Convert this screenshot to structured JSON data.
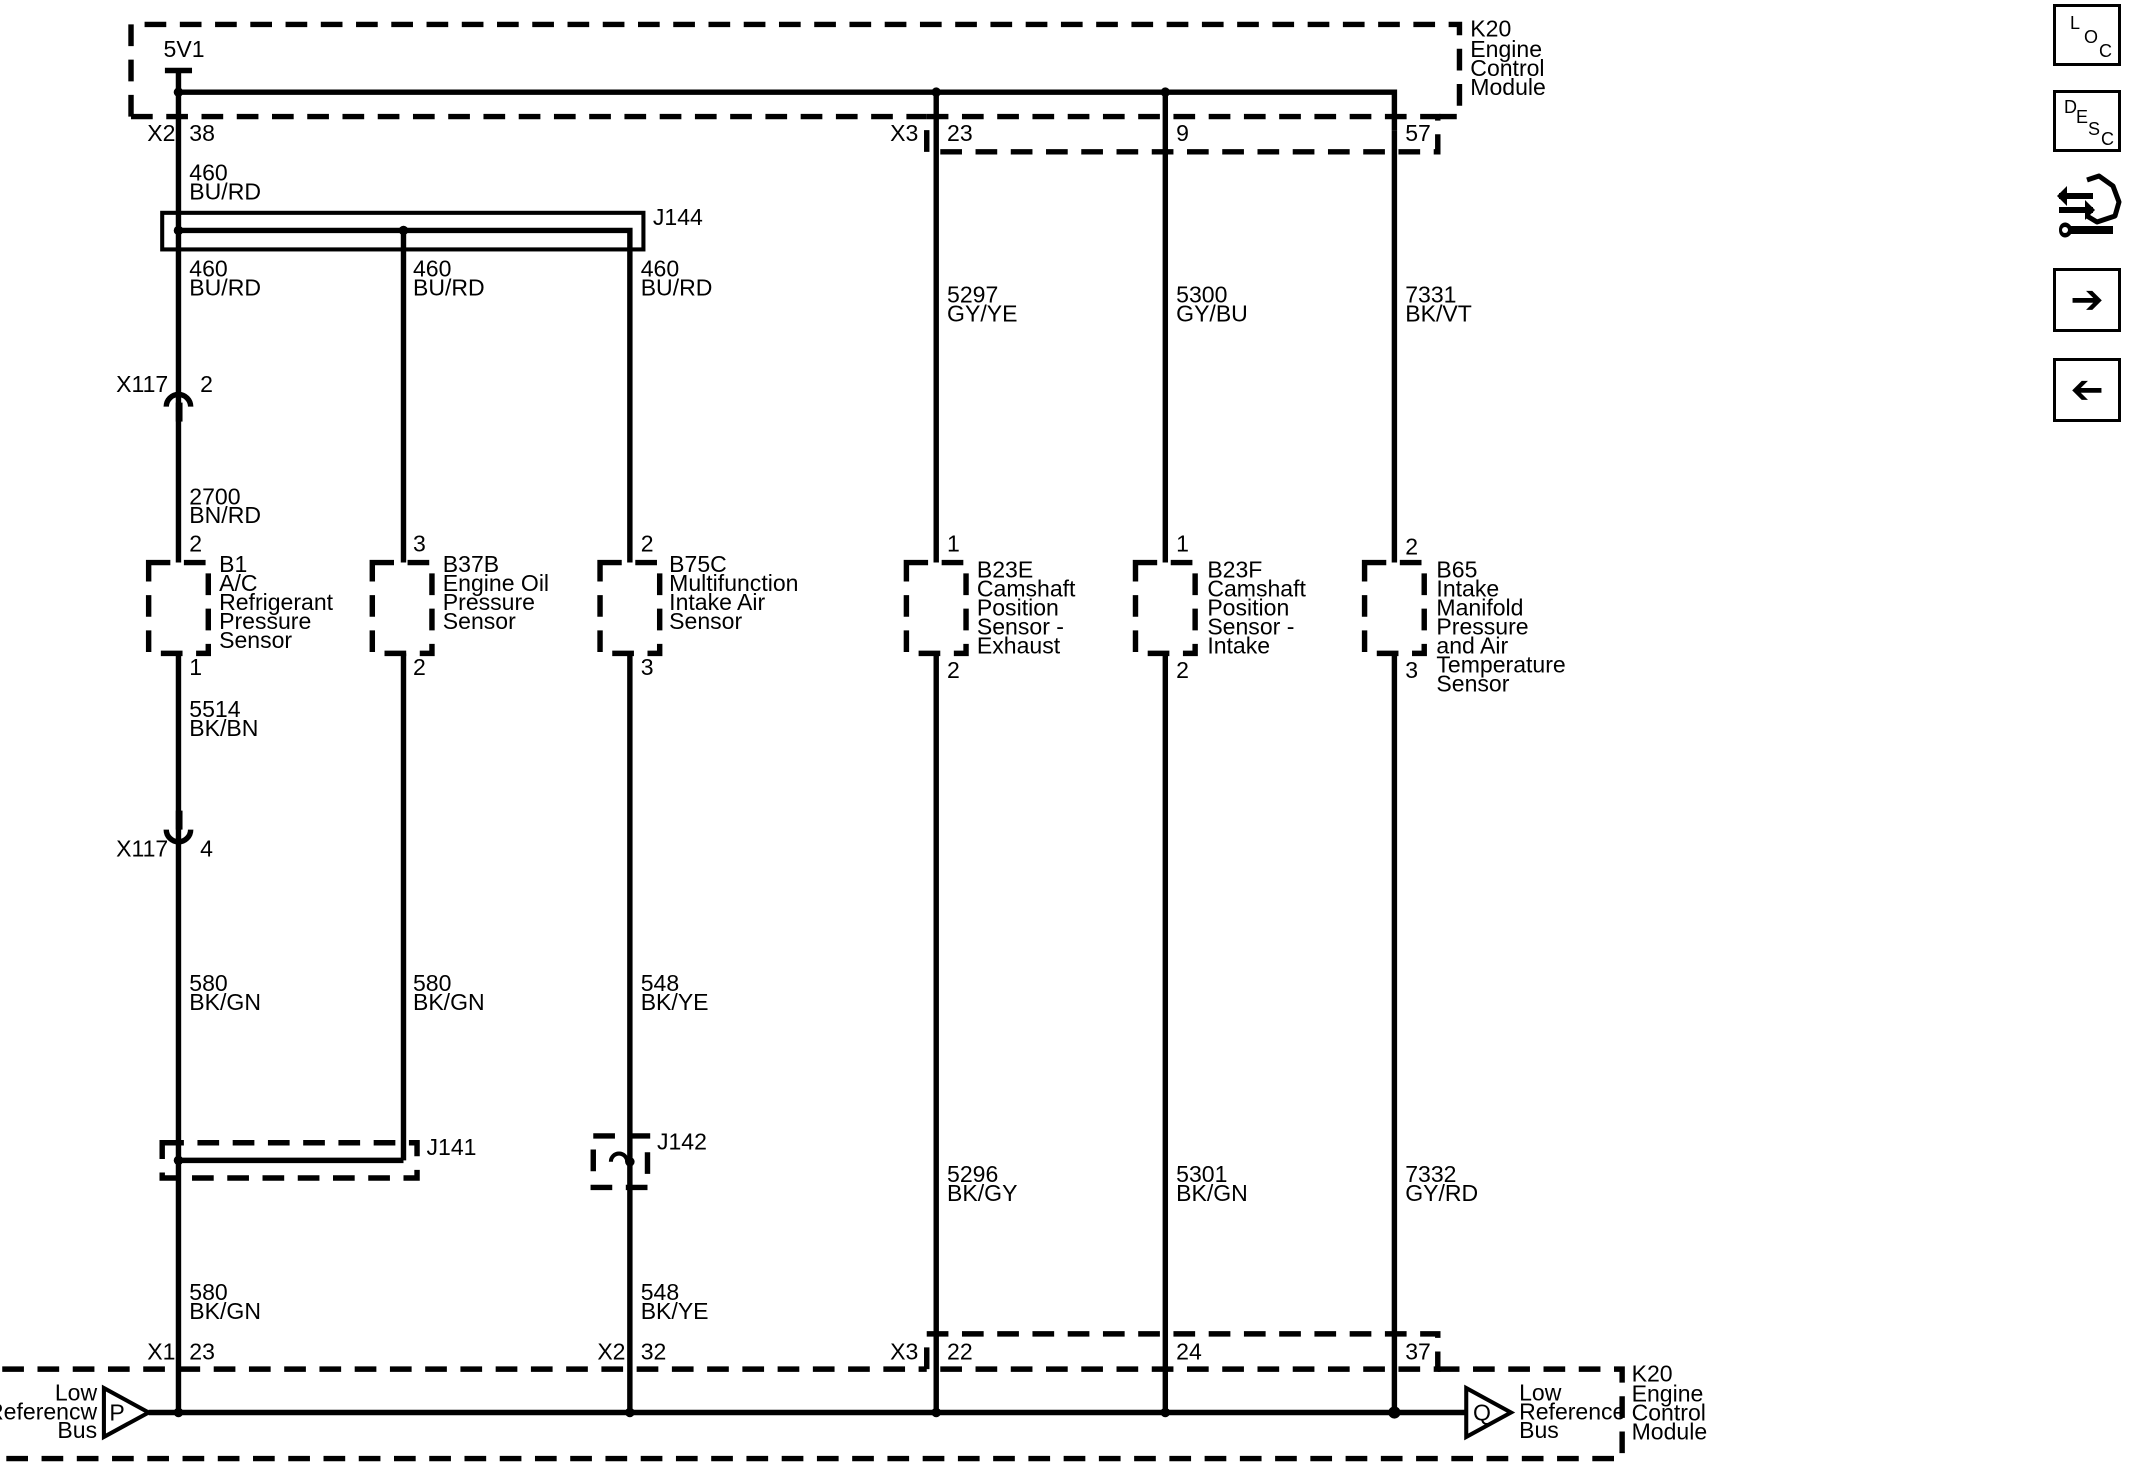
{
  "module_top": {
    "id": "K20",
    "name_lines": [
      "Engine",
      "Control",
      "Module"
    ],
    "supply": "5V1"
  },
  "module_bottom": {
    "id": "K20",
    "name_lines": [
      "Engine",
      "Control",
      "Module"
    ]
  },
  "top_pins": [
    {
      "connector": "X2",
      "pin": "38"
    },
    {
      "connector": "X3",
      "pin": "23"
    },
    {
      "pin": "9"
    },
    {
      "pin": "57"
    }
  ],
  "bottom_pins": [
    {
      "connector": "X1",
      "pin": "23"
    },
    {
      "connector": "X2",
      "pin": "32"
    },
    {
      "connector": "X3",
      "pin": "22"
    },
    {
      "pin": "24"
    },
    {
      "pin": "37"
    }
  ],
  "splices": {
    "j144": "J144",
    "j141": "J141",
    "j142": "J142"
  },
  "inline_connector": {
    "name": "X117",
    "pin_upper": "2",
    "pin_lower": "4"
  },
  "wires": {
    "w460_ecm": [
      "460",
      "BU/RD"
    ],
    "w460_a": [
      "460",
      "BU/RD"
    ],
    "w460_b": [
      "460",
      "BU/RD"
    ],
    "w460_c": [
      "460",
      "BU/RD"
    ],
    "w2700": [
      "2700",
      "BN/RD"
    ],
    "w5514": [
      "5514",
      "BK/BN"
    ],
    "w580_a": [
      "580",
      "BK/GN"
    ],
    "w580_b": [
      "580",
      "BK/GN"
    ],
    "w548_a": [
      "548",
      "BK/YE"
    ],
    "w580_bottom": [
      "580",
      "BK/GN"
    ],
    "w548_bottom": [
      "548",
      "BK/YE"
    ],
    "w5297": [
      "5297",
      "GY/YE"
    ],
    "w5300": [
      "5300",
      "GY/BU"
    ],
    "w7331": [
      "7331",
      "BK/VT"
    ],
    "w5296": [
      "5296",
      "BK/GY"
    ],
    "w5301": [
      "5301",
      "BK/GN"
    ],
    "w7332": [
      "7332",
      "GY/RD"
    ]
  },
  "sensors": [
    {
      "id": "B1",
      "desc": [
        "A/C",
        "Refrigerant",
        "Pressure",
        "Sensor"
      ],
      "pin_top": "2",
      "pin_bottom": "1"
    },
    {
      "id": "B37B",
      "desc": [
        "Engine Oil",
        "Pressure",
        "Sensor"
      ],
      "pin_top": "3",
      "pin_bottom": "2"
    },
    {
      "id": "B75C",
      "desc": [
        "Multifunction",
        "Intake Air",
        "Sensor"
      ],
      "pin_top": "2",
      "pin_bottom": "3"
    },
    {
      "id": "B23E",
      "desc": [
        "Camshaft",
        "Position",
        "Sensor -",
        "Exhaust"
      ],
      "pin_top": "1",
      "pin_bottom": "2"
    },
    {
      "id": "B23F",
      "desc": [
        "Camshaft",
        "Position",
        "Sensor -",
        "Intake"
      ],
      "pin_top": "1",
      "pin_bottom": "2"
    },
    {
      "id": "B65",
      "desc": [
        "Intake",
        "Manifold",
        "Pressure",
        "and Air",
        "Temperature",
        "Sensor"
      ],
      "pin_top": "2",
      "pin_bottom": "3"
    }
  ],
  "bus": {
    "left": {
      "symbol": "P",
      "label_lines": [
        "Low",
        "Referencw",
        "Bus"
      ]
    },
    "right": {
      "symbol": "Q",
      "label_lines": [
        "Low",
        "Reference",
        "Bus"
      ]
    }
  },
  "side_buttons": [
    {
      "name": "loc-button",
      "letters": [
        "L",
        "O",
        "C"
      ]
    },
    {
      "name": "desc-button",
      "letters": [
        "D",
        "E",
        "S",
        "C"
      ]
    },
    {
      "name": "connector-tool-icon"
    },
    {
      "name": "next-arrow-icon"
    },
    {
      "name": "prev-arrow-icon"
    }
  ]
}
